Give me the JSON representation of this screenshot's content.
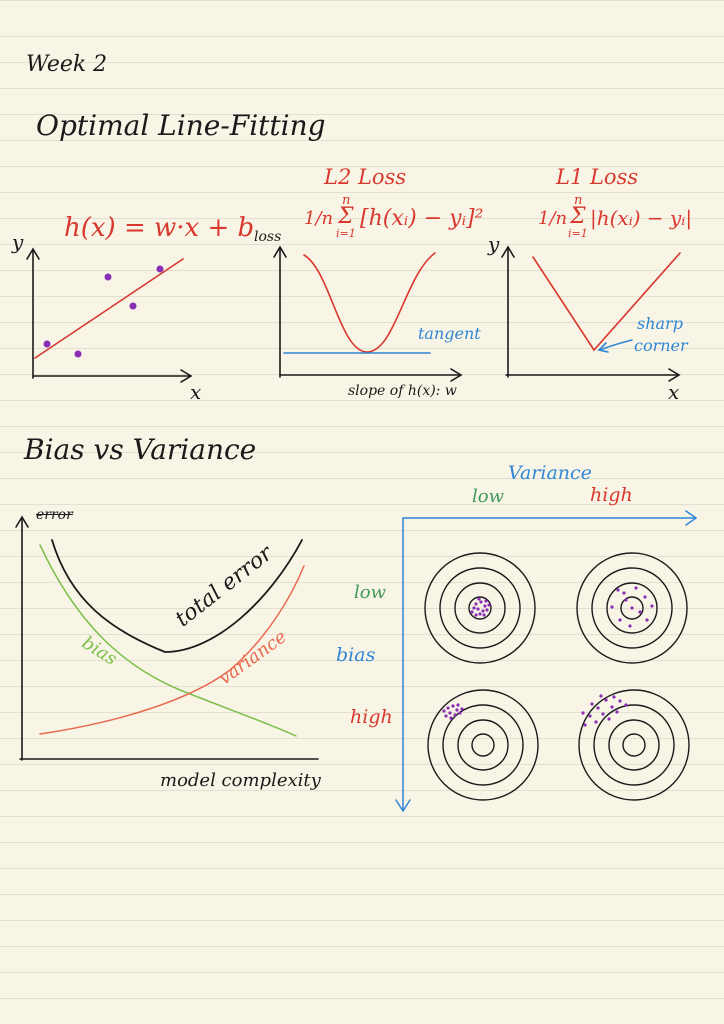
{
  "page": {
    "heading": "Week 2",
    "section_line_fitting": "Optimal Line-Fitting",
    "section_bias_variance": "Bias vs Variance"
  },
  "line_fit": {
    "equation": "h(x) = w·x + b",
    "y_label": "y",
    "x_label": "x"
  },
  "l2": {
    "title": "L2 Loss",
    "formula_frac": "1/n",
    "formula_sum_top": "n",
    "formula_sum_bottom": "i=1",
    "formula_body": "[h(xᵢ) − yᵢ]²",
    "y_label": "loss",
    "x_label": "slope of h(x): w",
    "annotation": "tangent"
  },
  "l1": {
    "title": "L1 Loss",
    "formula_frac": "1/n",
    "formula_sum_top": "n",
    "formula_sum_bottom": "i=1",
    "formula_body": "|h(xᵢ) − yᵢ|",
    "y_label": "y",
    "x_label": "x",
    "annotation_line1": "sharp",
    "annotation_line2": "corner"
  },
  "tradeoff": {
    "y_label": "error",
    "x_label": "model complexity",
    "total_label": "total error",
    "bias_label": "bias",
    "variance_label": "variance"
  },
  "grid": {
    "variance_title": "Variance",
    "variance_low": "low",
    "variance_high": "high",
    "bias_title": "bias",
    "bias_low": "low",
    "bias_high": "high"
  },
  "colors": {
    "ink": "#1a1a1a",
    "red": "#d9382e",
    "blue": "#2f86d6",
    "green": "#3f9a5a",
    "bias_curve": "#7cc04a",
    "variance_curve": "#e8694e",
    "purple": "#8a2fb5"
  }
}
